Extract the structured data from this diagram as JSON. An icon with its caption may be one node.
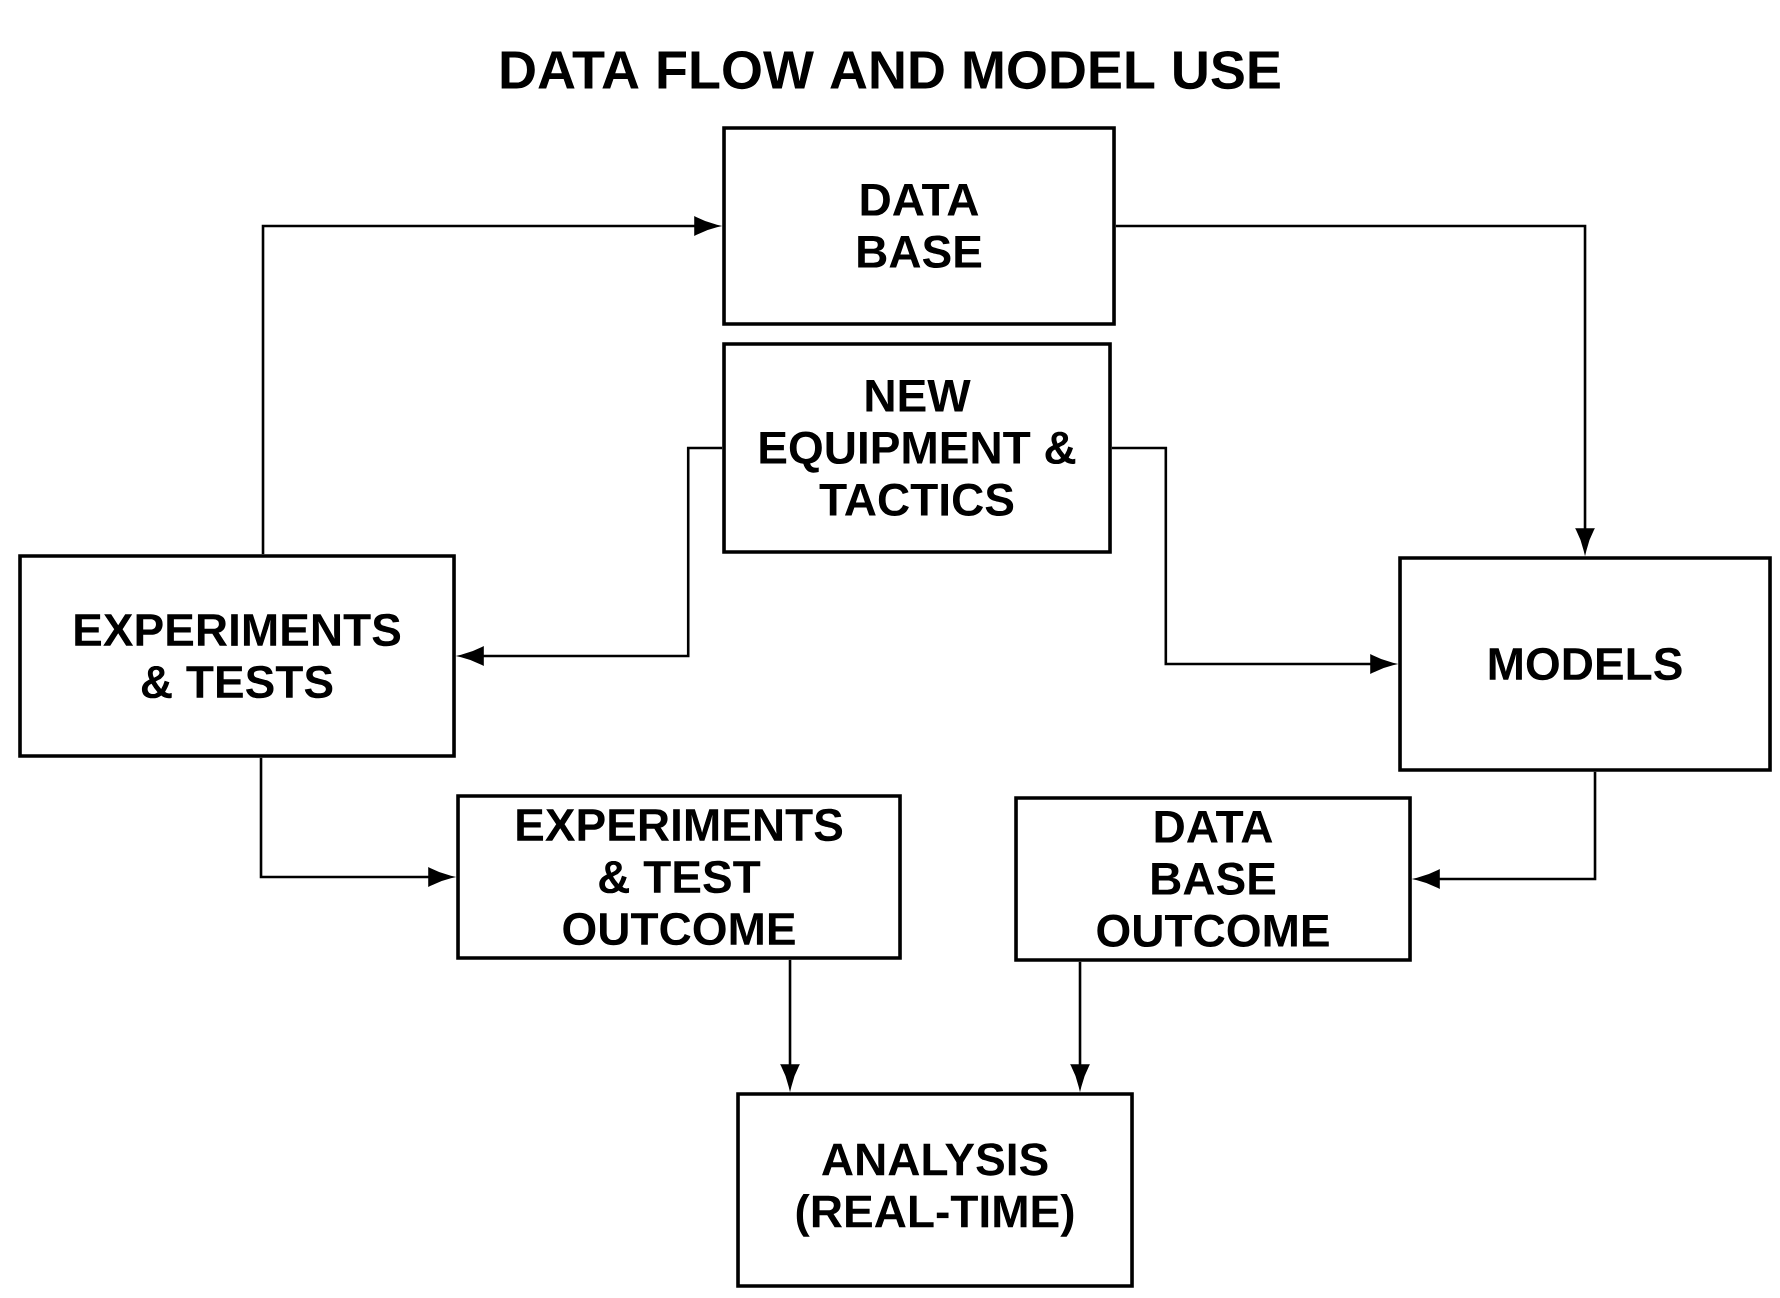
{
  "diagram": {
    "title": "DATA FLOW AND MODEL USE",
    "nodes": [
      {
        "text": [
          "DATA BASE"
        ]
      },
      {
        "text": [
          "NEW EQUIPMENT & TACTICS"
        ]
      },
      {
        "text": [
          "EXPERIMENTS & TESTS"
        ]
      },
      {
        "text": [
          "MODELS"
        ]
      },
      {
        "text": [
          "EXPERIMENTS & TEST OUTCOME"
        ]
      },
      {
        "text": [
          "DATA BASE OUTCOME"
        ]
      },
      {
        "text": [
          "ANALYSIS (REAL-TIME)"
        ]
      }
    ],
    "edges": [
      {
        "from": 2,
        "to": 0,
        "arrow": "to"
      },
      {
        "from": 0,
        "to": 3,
        "arrow": "to"
      },
      {
        "from": 1,
        "to": 2,
        "arrow": "to"
      },
      {
        "from": 1,
        "to": 3,
        "arrow": "to"
      },
      {
        "from": 2,
        "to": 4,
        "arrow": "to"
      },
      {
        "from": 3,
        "to": 5,
        "arrow": "to"
      },
      {
        "from": 4,
        "to": 6,
        "arrow": "to"
      },
      {
        "from": 5,
        "to": 6,
        "arrow": "to"
      }
    ]
  }
}
